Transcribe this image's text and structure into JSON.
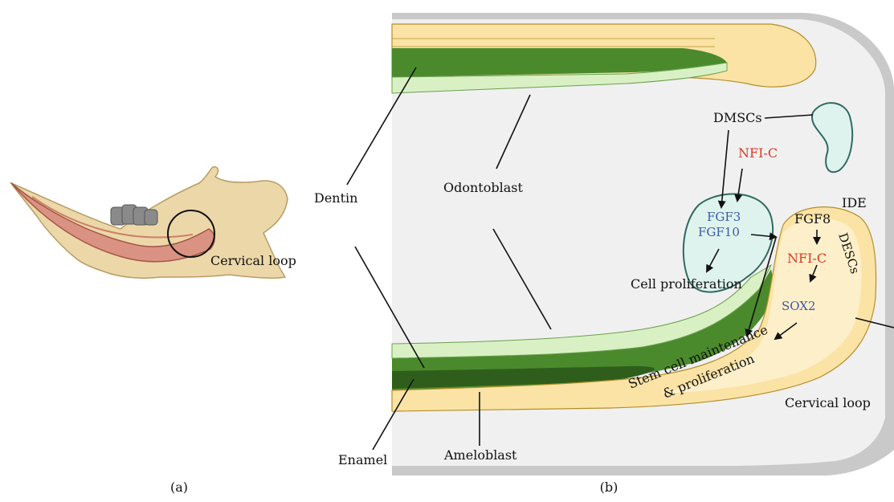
{
  "panel_a": {
    "caption": "(a)",
    "label_cervical_loop": "Cervical loop"
  },
  "panel_b": {
    "caption": "(b)",
    "labels": {
      "dentin": "Dentin",
      "odontoblast": "Odontoblast",
      "dmscs": "DMSCs",
      "nfic_top": "NFI-C",
      "fgf3": "FGF3",
      "fgf10": "FGF10",
      "cell_proliferation": "Cell proliferation",
      "ide": "IDE",
      "fgf8": "FGF8",
      "nfic_right": "NFI-C",
      "descs": "DESCs",
      "sox2": "SOX2",
      "stem_cell_1": "Stem cell maintenance",
      "stem_cell_2": "& proliferation",
      "cervical_loop": "Cervical loop",
      "enamel": "Enamel",
      "ameloblast": "Ameloblast"
    }
  },
  "colors": {
    "red_text": "#d63a2a",
    "blue_text": "#3a5aa8",
    "dentin_green": "#4a8a2c",
    "odontoblast_green": "#d9f0c4",
    "epithelium_yellow": "#fbe3a6",
    "dmsc_teal": "#dff3ee",
    "outer_gray": "#c9c9c9",
    "pulp_gray": "#f0f0f0",
    "bone": "#ecd7a8",
    "pulp_red": "#d98c7e"
  }
}
